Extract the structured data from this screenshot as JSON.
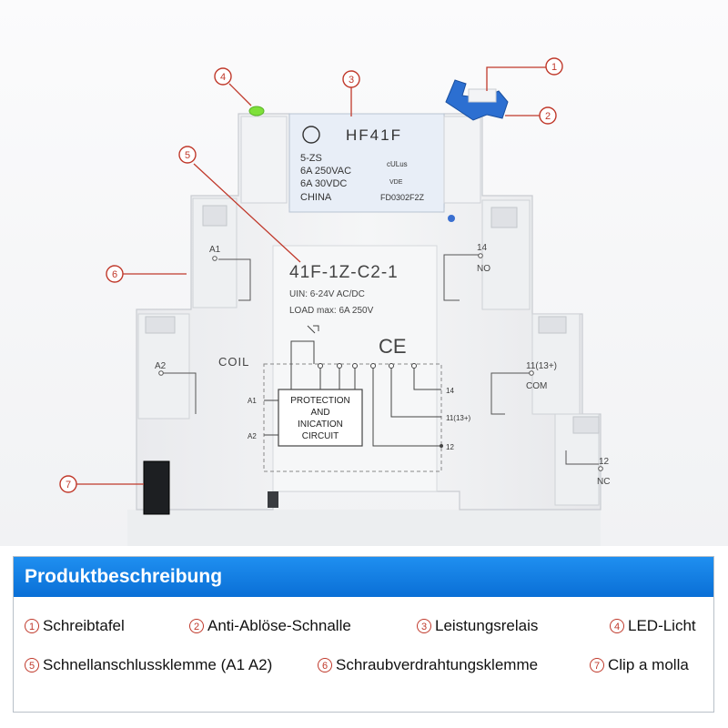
{
  "callouts": [
    "1",
    "2",
    "3",
    "4",
    "5",
    "6",
    "7"
  ],
  "relay": {
    "brand": "HF41F",
    "type": "5-ZS",
    "rating_ac": "6A 250VAC",
    "rating_dc": "6A 30VDC",
    "origin": "CHINA",
    "cert": "cULus",
    "tuv": "VDE",
    "code": "FD0302F2Z"
  },
  "module": {
    "model": "41F-1Z-C2-1",
    "uin": "UIN: 6-24V AC/DC",
    "load": "LOAD max: 6A 250V",
    "ce": "CE",
    "coil": "COIL"
  },
  "circuit": {
    "box_lines": [
      "PROTECTION",
      "AND",
      "INICATION",
      "CIRCUIT"
    ],
    "a1": "A1",
    "a2": "A2",
    "t14": "14",
    "t11": "11(13+)",
    "t12": "12"
  },
  "terminals": {
    "a1": "A1",
    "a2": "A2",
    "t14": "14",
    "no": "NO",
    "t11": "11(13+)",
    "com": "COM",
    "t12": "12",
    "nc": "NC"
  },
  "panel": {
    "title": "Produktbeschreibung",
    "items": [
      {
        "num": "1",
        "label": "Schreibtafel"
      },
      {
        "num": "2",
        "label": "Anti-Ablöse-Schnalle"
      },
      {
        "num": "3",
        "label": "Leistungsrelais"
      },
      {
        "num": "4",
        "label": "LED-Licht"
      },
      {
        "num": "5",
        "label": "Schnellanschlussklemme (A1 A2)"
      },
      {
        "num": "6",
        "label": "Schraubverdrahtungsklemme"
      },
      {
        "num": "7",
        "label": "Clip a molla"
      }
    ]
  },
  "colors": {
    "accent": "#0a6fd6",
    "callout": "#c0392b",
    "led": "#7ee03a",
    "clip": "#2c6fd1"
  }
}
